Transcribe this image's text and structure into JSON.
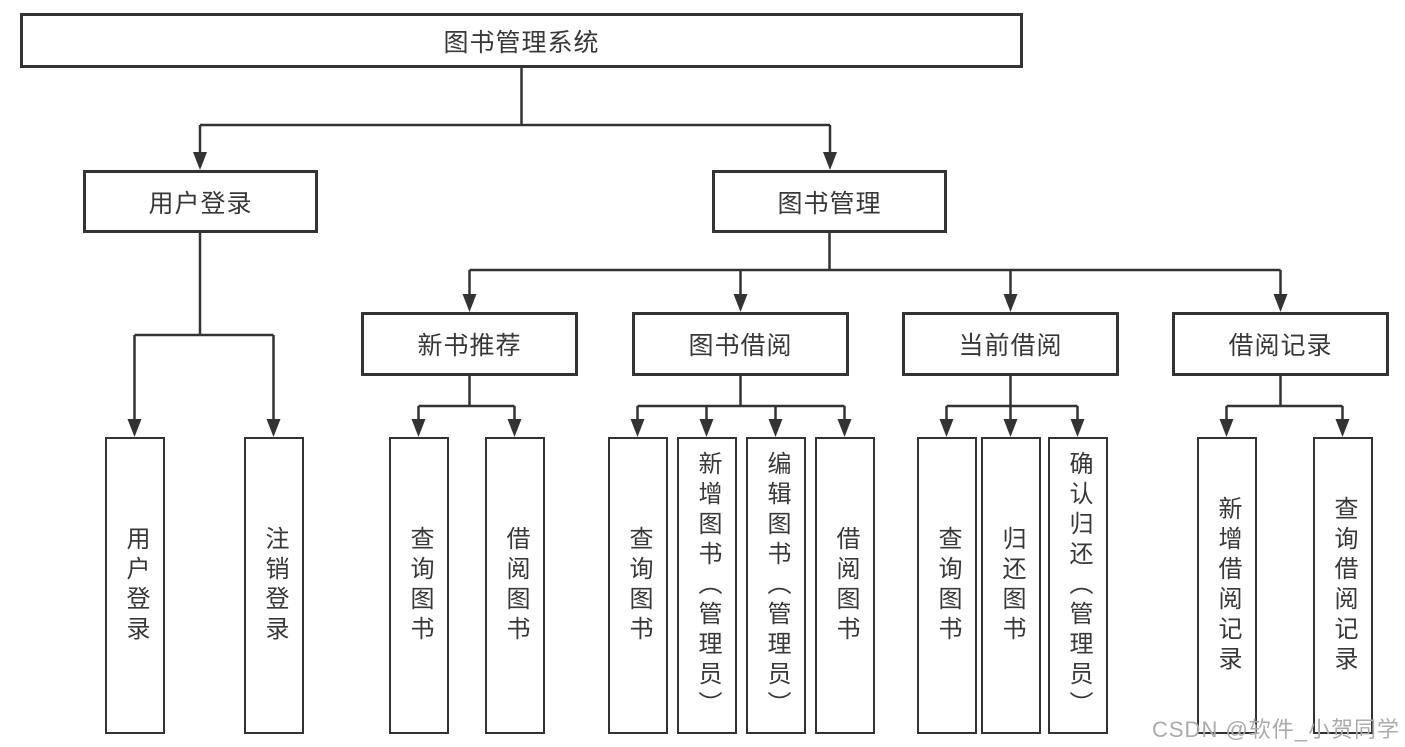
{
  "diagram": {
    "title": "图书管理系统",
    "branches": [
      {
        "label": "用户登录",
        "children": [
          {
            "label": "用户登录"
          },
          {
            "label": "注销登录"
          }
        ]
      },
      {
        "label": "图书管理",
        "children": [
          {
            "label": "新书推荐",
            "children": [
              {
                "label": "查询图书"
              },
              {
                "label": "借阅图书"
              }
            ]
          },
          {
            "label": "图书借阅",
            "children": [
              {
                "label": "查询图书"
              },
              {
                "label": "新增图书（管理员）"
              },
              {
                "label": "编辑图书（管理员）"
              },
              {
                "label": "借阅图书"
              }
            ]
          },
          {
            "label": "当前借阅",
            "children": [
              {
                "label": "查询图书"
              },
              {
                "label": "归还图书"
              },
              {
                "label": "确认归还（管理员）"
              }
            ]
          },
          {
            "label": "借阅记录",
            "children": [
              {
                "label": "新增借阅记录"
              },
              {
                "label": "查询借阅记录"
              }
            ]
          }
        ]
      }
    ]
  },
  "watermark": "CSDN @软件_小贺同学",
  "colors": {
    "line": "#333333",
    "text": "#383838",
    "watermark": "#ababab",
    "background": "#ffffff"
  }
}
